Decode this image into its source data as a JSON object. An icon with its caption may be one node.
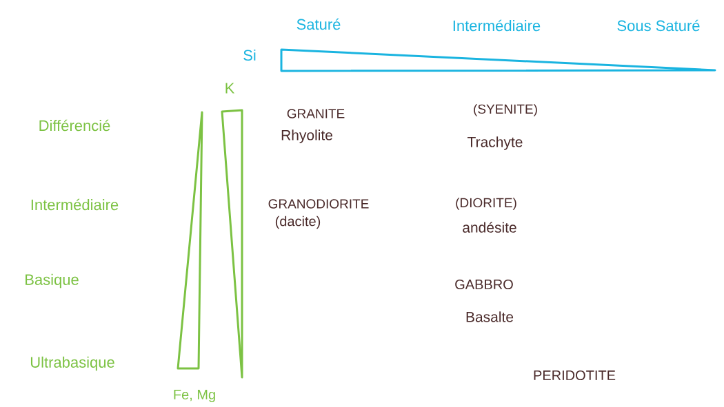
{
  "diagram": {
    "labels": [
      "Saturé",
      "Intermédiaire",
      "Sous Saturé",
      "Si",
      "K",
      "Différencié",
      "GRANITE",
      "(SYENITE)",
      "Rhyolite",
      "Trachyte",
      "Intermédiaire",
      "GRANODIORITE",
      "(DIORITE)",
      "(dacite)",
      "andésite",
      "Basique",
      "GABBRO",
      "Basalte",
      "Ultrabasique",
      "PERIDOTITE",
      "Fe, Mg"
    ]
  }
}
